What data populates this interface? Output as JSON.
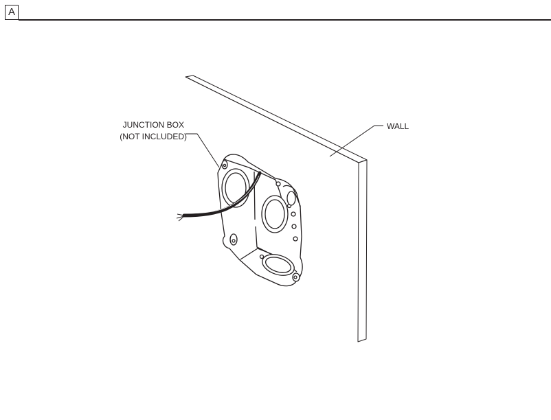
{
  "step": {
    "label": "A"
  },
  "callouts": {
    "junction_box_line1": "JUNCTION BOX",
    "junction_box_line2": "(NOT INCLUDED)",
    "wall": "WALL"
  },
  "colors": {
    "ink": "#231f20",
    "background": "#ffffff"
  }
}
